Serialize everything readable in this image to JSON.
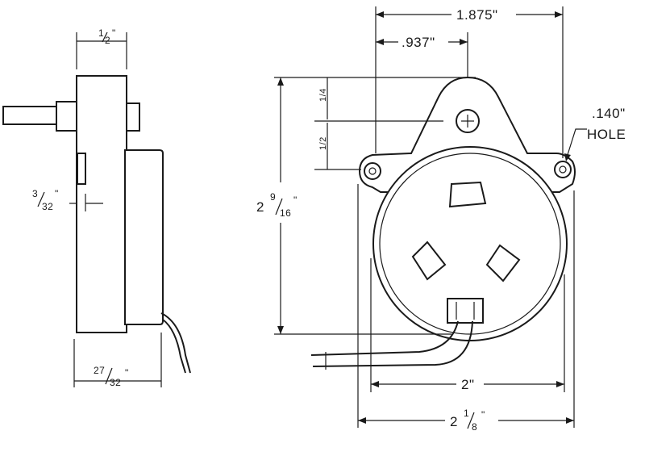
{
  "dimensions": {
    "overall_width": "1.875\"",
    "center_offset": ".937\"",
    "hole_label_line1": ".140\"",
    "hole_label_line2": "HOLE",
    "height_whole": "2",
    "height_num": "9",
    "height_den": "16",
    "height_unit": "\"",
    "body_width": "2\"",
    "base_whole": "2",
    "base_num": "1",
    "base_den": "8",
    "base_unit": "\"",
    "shaft_width_num": "1",
    "shaft_width_den": "2",
    "shaft_width_unit": "\"",
    "step_num": "3",
    "step_den": "32",
    "step_unit": "\"",
    "depth_num": "27",
    "depth_den": "32",
    "depth_unit": "\"",
    "small_tick_a": "1/4",
    "small_tick_b": "1/2"
  }
}
